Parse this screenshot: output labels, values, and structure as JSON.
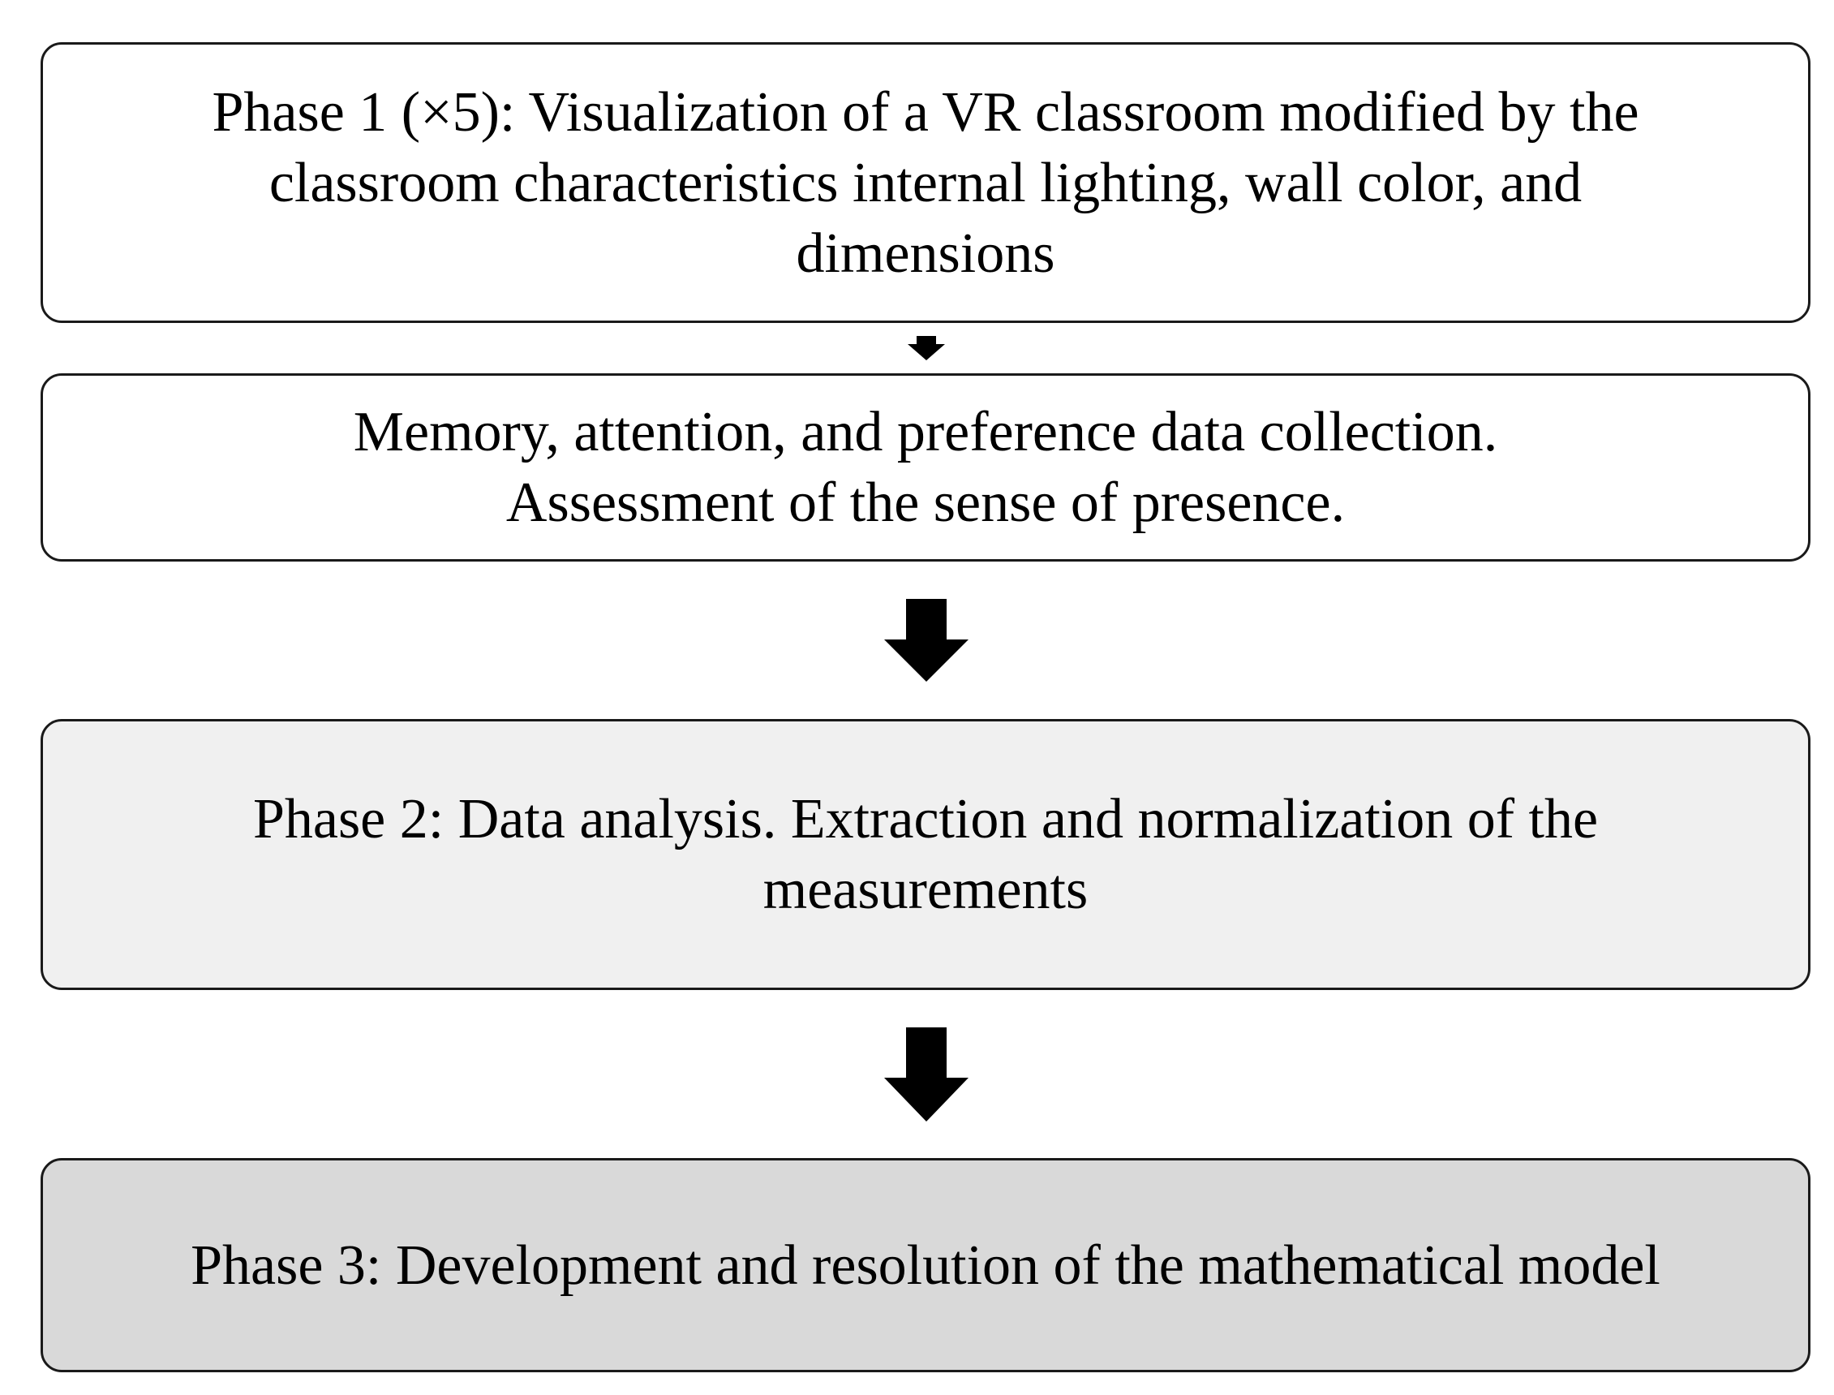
{
  "flowchart": {
    "boxes": [
      {
        "id": "phase1",
        "text": "Phase 1 (×5): Visualization of a VR classroom modified by the\nclassroom characteristics internal lighting, wall color, and\ndimensions",
        "fill": "#ffffff"
      },
      {
        "id": "data-collection",
        "text": "Memory, attention, and preference data collection.\nAssessment of the sense of presence.",
        "fill": "#ffffff"
      },
      {
        "id": "phase2",
        "text": "Phase 2: Data analysis. Extraction and normalization of the\nmeasurements",
        "fill": "#f0f0f0"
      },
      {
        "id": "phase3",
        "text": "Phase 3: Development and resolution of the mathematical model",
        "fill": "#d9d9d9"
      }
    ],
    "arrow_color": "#000000",
    "border_color": "#1a1a1a"
  }
}
